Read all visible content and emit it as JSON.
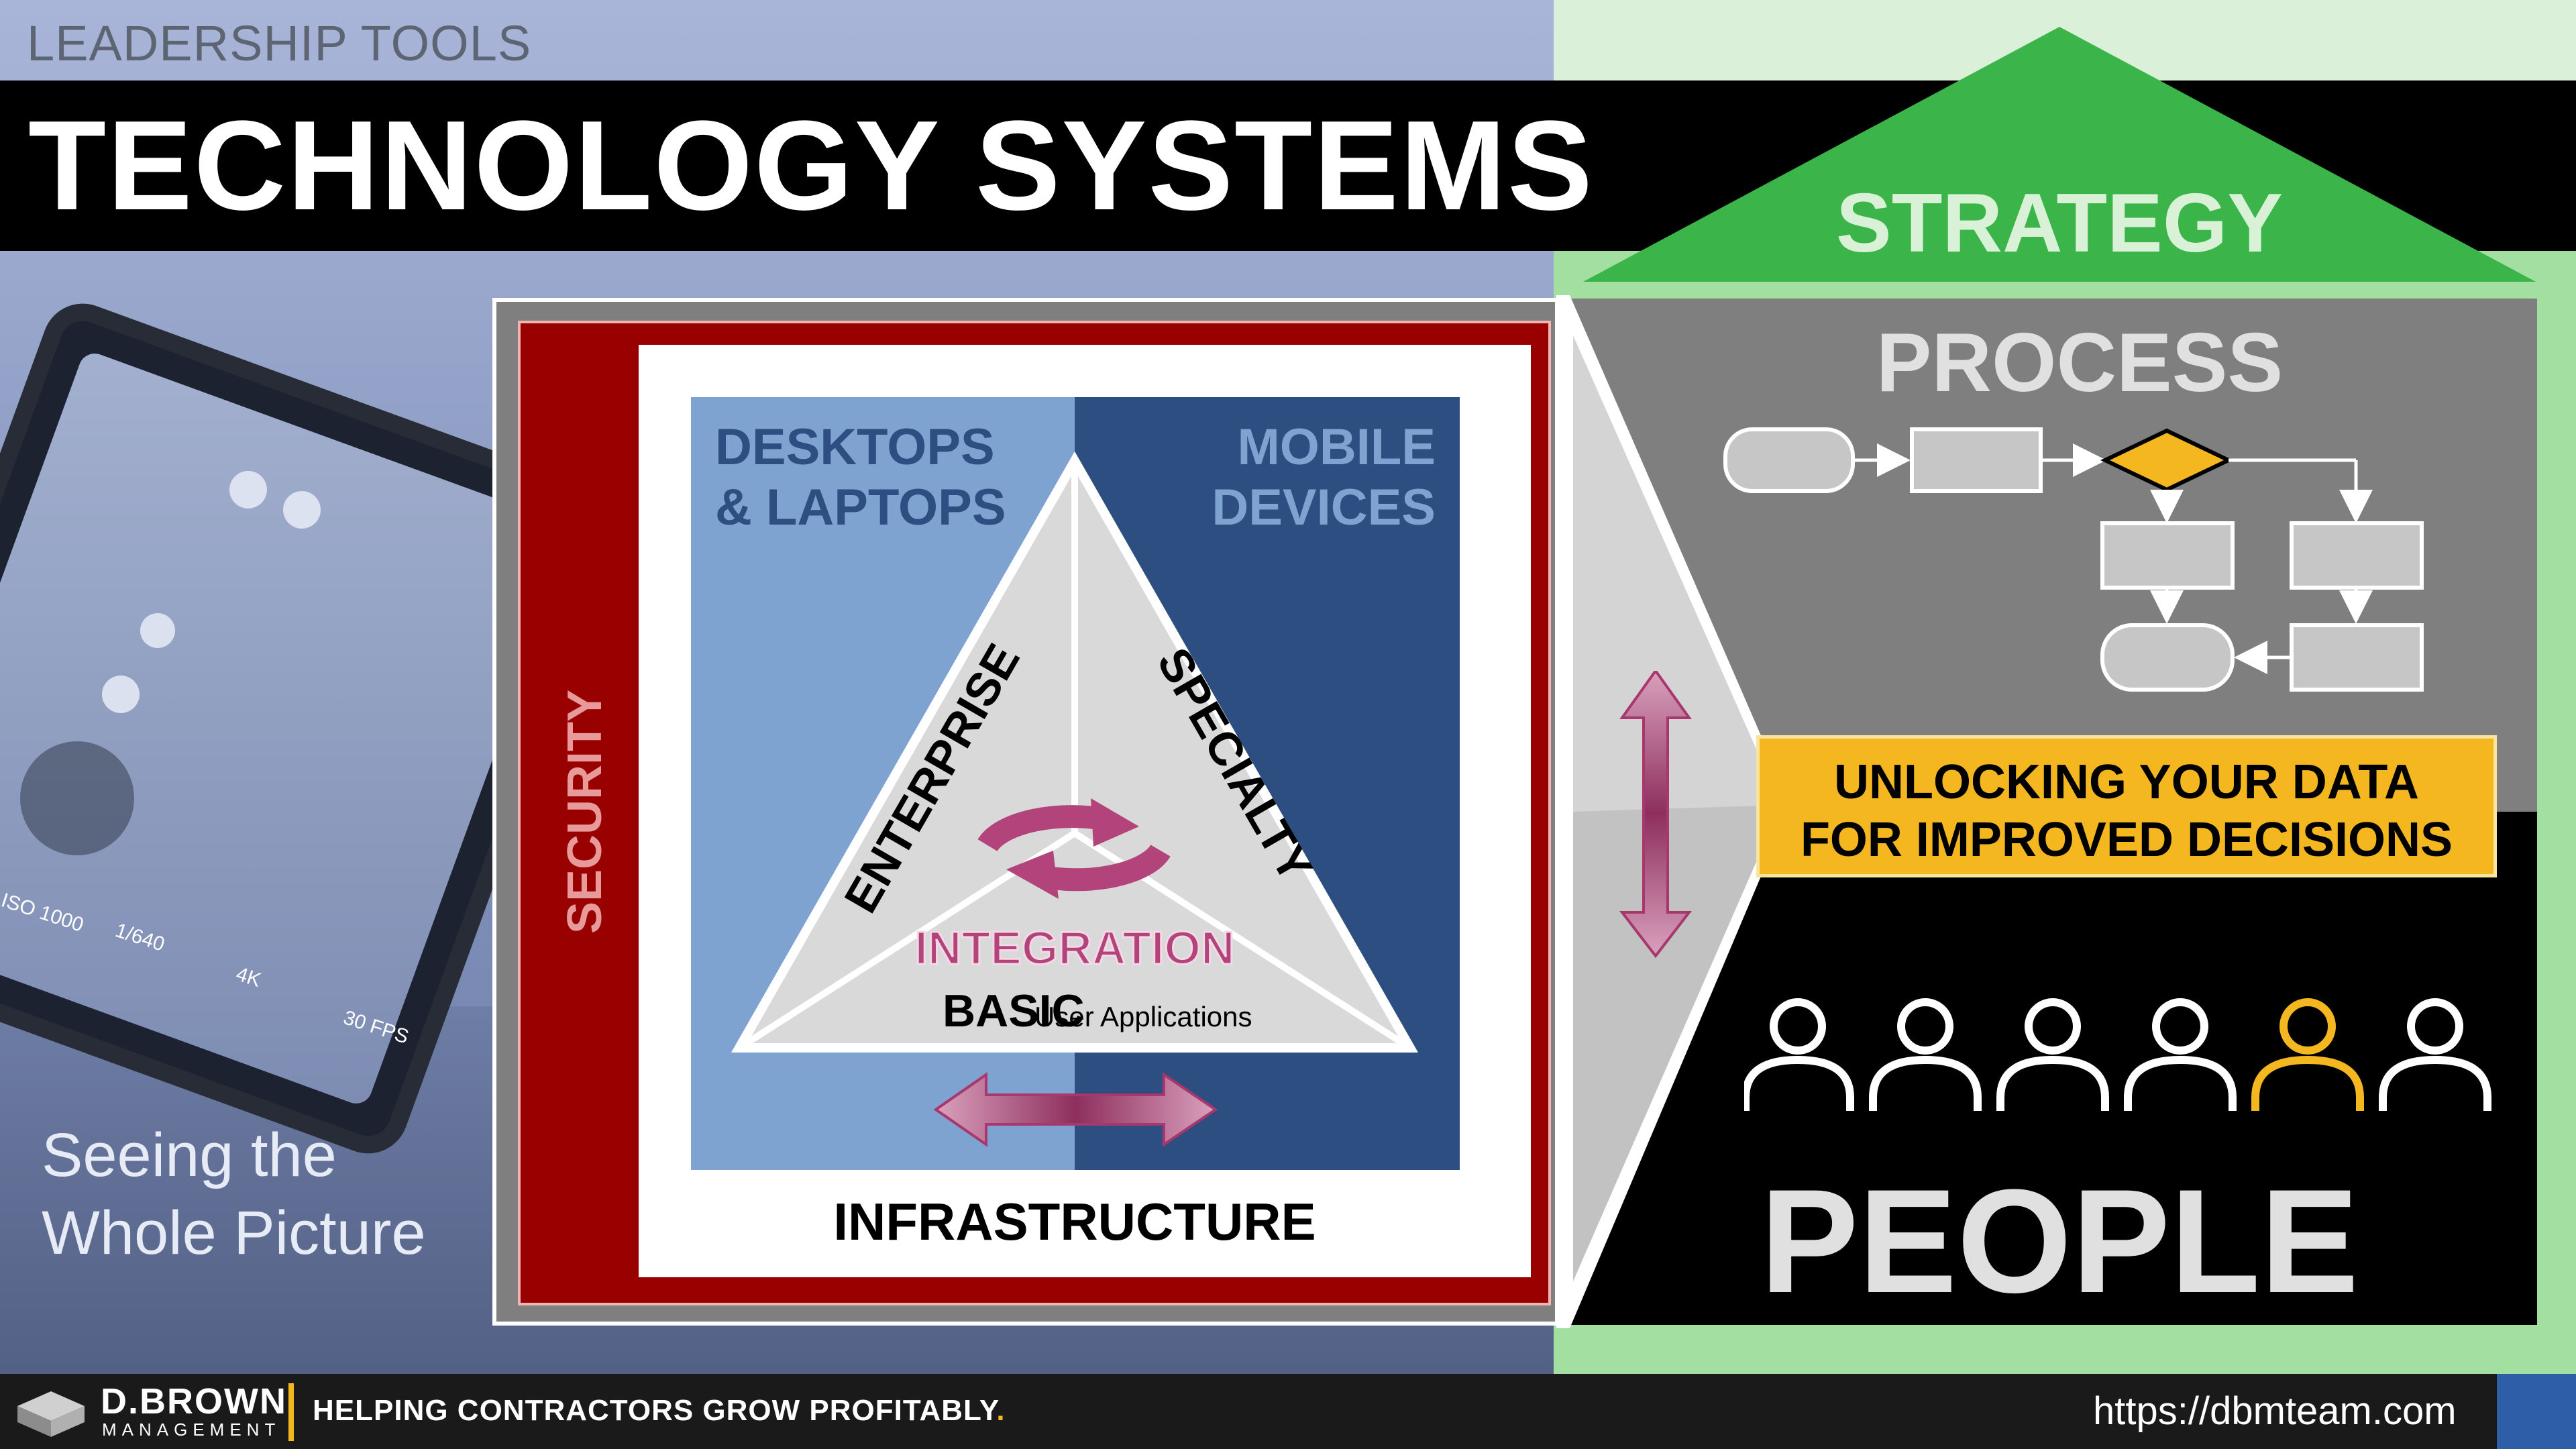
{
  "header": {
    "eyebrow": "LEADERSHIP TOOLS",
    "title": "TECHNOLOGY SYSTEMS"
  },
  "photo_caption": {
    "line1": "Seeing the",
    "line2": "Whole Picture"
  },
  "tablet_hud": [
    "ISO 1000",
    "1/640",
    "4K",
    "30 FPS"
  ],
  "security_panel": {
    "security_label": "SECURITY",
    "infrastructure_label": "INFRASTRUCTURE",
    "quadrant_left": {
      "line1": "DESKTOPS",
      "line2": "& LAPTOPS"
    },
    "quadrant_right": {
      "line1": "MOBILE",
      "line2": "DEVICES"
    },
    "triangle": {
      "left_label": "ENTERPRISE",
      "right_label": "SPECIALTY",
      "center_label": "INTEGRATION",
      "basic_label": "BASIC",
      "basic_sublabel": "User Applications"
    }
  },
  "right_panel": {
    "strategy_label": "STRATEGY",
    "process_label": "PROCESS",
    "callout": {
      "line1": "UNLOCKING YOUR DATA",
      "line2": "FOR IMPROVED DECISIONS"
    },
    "people_label": "PEOPLE",
    "people_icons": [
      "person-icon",
      "person-icon",
      "person-icon",
      "person-icon",
      "person-icon-highlighted",
      "person-icon"
    ]
  },
  "footer": {
    "logo_name": "D.BROWN",
    "logo_sub": "MANAGEMENT",
    "tagline": "HELPING CONTRACTORS GROW PROFITABLY",
    "tagline_dot": ".",
    "url": "https://dbmteam.com"
  },
  "colors": {
    "green": "#3cb54a",
    "dark_red": "#990000",
    "navy": "#2d4e80",
    "light_blue": "#7fa3d1",
    "gold": "#f5b71f",
    "magenta": "#b2447b",
    "photo_tint": "#8e9fc7"
  }
}
